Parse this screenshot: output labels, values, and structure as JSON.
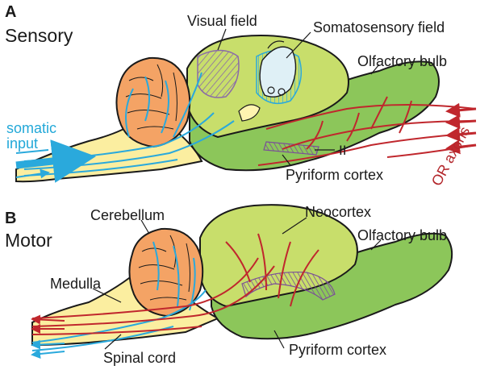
{
  "panels": [
    {
      "letter": "A",
      "title": "Sensory",
      "labels": {
        "visual_field": "Visual field",
        "somatosensory_field": "Somatosensory field",
        "olfactory_bulb": "Olfactory bulb",
        "somatic_input": "somatic\ninput",
        "roman_two": "II",
        "pyriform_cortex": "Pyriform cortex",
        "or_axons": "OR axons"
      }
    },
    {
      "letter": "B",
      "title": "Motor",
      "labels": {
        "cerebellum": "Cerebellum",
        "neocortex": "Neocortex",
        "olfactory_bulb": "Olfactory bulb",
        "medulla": "Medulla",
        "spinal_cord": "Spinal cord",
        "pyriform_cortex": "Pyriform cortex"
      }
    }
  ],
  "colors": {
    "cerebellum": "#f4a365",
    "neocortex": "#c8de6b",
    "olfactory": "#8cc65a",
    "brainstem": "#fbeea0",
    "sensory_axon": "#2aa9dc",
    "motor_axon": "#c0272d",
    "lot_band": "#9b6fb3",
    "outline": "#1a1a1a"
  }
}
